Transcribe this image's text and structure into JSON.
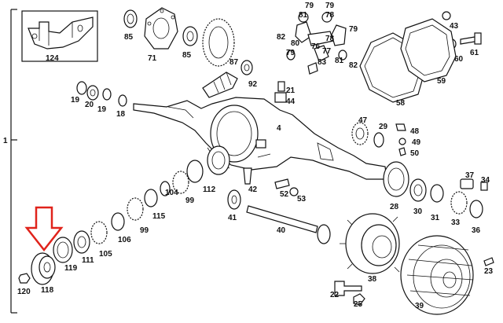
{
  "accent_color": "#e0231b",
  "section_marker": "1",
  "callout": {
    "icon": "down-arrow-icon",
    "target_label": "118"
  },
  "labels": [
    "124",
    "85",
    "71",
    "85",
    "87",
    "92",
    "81",
    "78",
    "79",
    "82",
    "80",
    "79",
    "76",
    "77",
    "78",
    "79",
    "81",
    "82",
    "43",
    "60",
    "61",
    "59",
    "58",
    "21",
    "44",
    "4",
    "19",
    "20",
    "19",
    "18",
    "47",
    "29",
    "48",
    "49",
    "50",
    "112",
    "42",
    "52",
    "53",
    "104",
    "99",
    "115",
    "41",
    "40",
    "28",
    "30",
    "31",
    "37",
    "34",
    "33",
    "36",
    "106",
    "99",
    "105",
    "111",
    "119",
    "118",
    "120",
    "38",
    "22",
    "25",
    "39",
    "23",
    "79",
    "83"
  ],
  "part_icons": [
    "bracket-icon",
    "bearing-ring-icon",
    "differential-carrier-icon",
    "ring-gear-icon",
    "pinion-gear-icon",
    "bolt-icon",
    "spider-gear-icon",
    "axle-housing-icon",
    "cover-gasket-icon",
    "cover-icon",
    "seal-ring-icon",
    "spacer-icon",
    "bearing-icon",
    "drive-flange-icon",
    "nut-icon",
    "axle-shaft-icon",
    "wheel-hub-icon",
    "brake-drum-icon",
    "stud-icon",
    "breather-icon"
  ]
}
